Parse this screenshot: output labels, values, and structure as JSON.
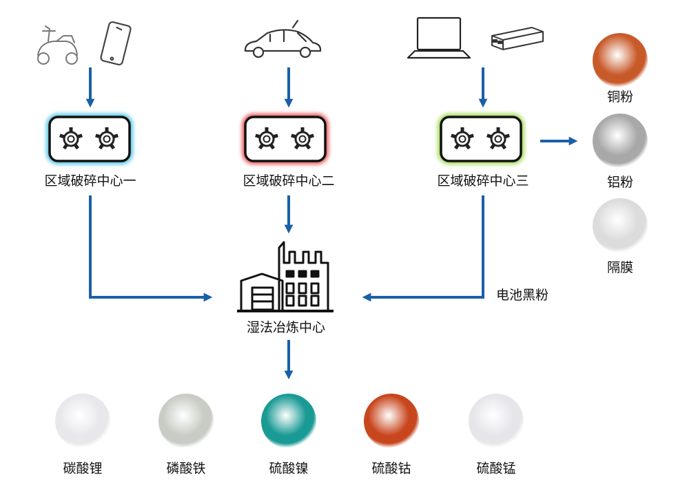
{
  "centers": [
    {
      "name": "区域破碎中心一",
      "glow": "#5bc8e8"
    },
    {
      "name": "区域破碎中心二",
      "glow": "#e86060"
    },
    {
      "name": "区域破碎中心三",
      "glow": "#a6dc5a"
    }
  ],
  "hydromet": {
    "name": "湿法冶炼中心"
  },
  "flow_label": "电池黑粉",
  "side_outputs": [
    {
      "name": "铜粉",
      "color": "#c85a2a"
    },
    {
      "name": "铝粉",
      "color": "#a8a8a8"
    },
    {
      "name": "隔膜",
      "color": "#dcdcdc"
    }
  ],
  "products": [
    {
      "name": "碳酸锂",
      "color": "#e8e8ec"
    },
    {
      "name": "磷酸铁",
      "color": "#c9ccc4"
    },
    {
      "name": "硫酸镍",
      "color": "#1a9a94"
    },
    {
      "name": "硫酸钴",
      "color": "#c8461e"
    },
    {
      "name": "硫酸锰",
      "color": "#e6e6ea"
    }
  ],
  "device_icons": [
    "scooter-icon",
    "smartphone-icon",
    "car-icon",
    "laptop-icon",
    "power-bank-icon"
  ],
  "arrow_color": "#1a5fa8"
}
